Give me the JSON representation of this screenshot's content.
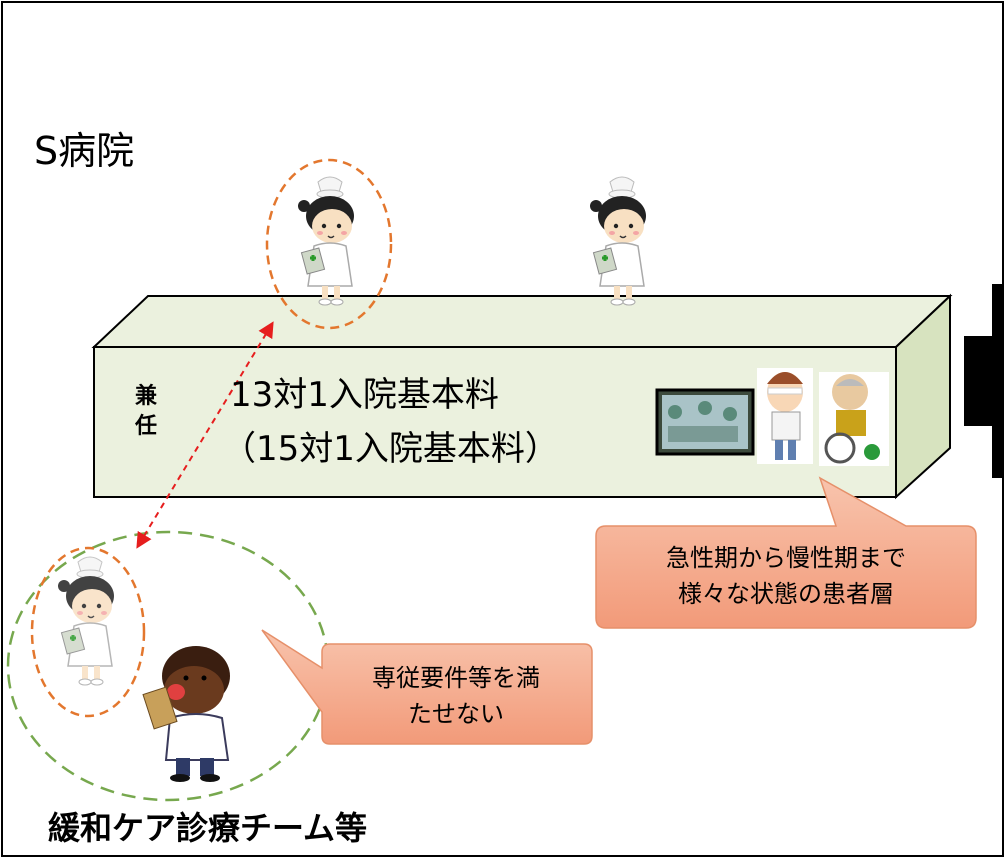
{
  "hospital_label": "S病院",
  "team_label": "緩和ケア診療チーム等",
  "ward": {
    "concurrent_label": "兼任",
    "basic_fee_line1": "13対1入院基本料",
    "basic_fee_line2": "（15対1入院基本料）"
  },
  "callouts": {
    "patients": [
      "急性期から慢性期まで",
      "様々な状態の患者層"
    ],
    "requirements": [
      "専従要件等を満",
      "たせない"
    ]
  },
  "colors": {
    "box_fill": "#ebf1de",
    "callout_fill": "#f4a98c",
    "orange_dash": "#e3772e",
    "green_dash": "#77a84e",
    "red_arrow": "#e61e1e"
  }
}
